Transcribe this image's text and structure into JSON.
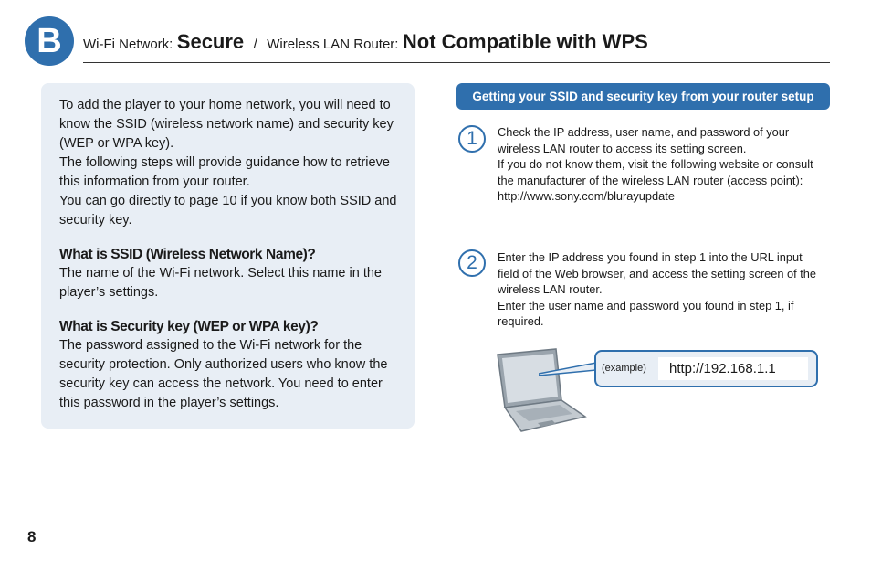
{
  "section_badge": "B",
  "header": {
    "wifi_label": "Wi-Fi Network:",
    "wifi_value": "Secure",
    "separator": "/",
    "router_label": "Wireless LAN Router:",
    "router_value": "Not Compatible with WPS"
  },
  "intro": {
    "paragraphs": [
      "To add the player to your home network, you will need to know the SSID (wireless network name) and security key (WEP or WPA key).",
      "The following steps will provide guidance how to retrieve this information from your router.",
      "You can go directly to page 10 if you know both SSID and security key."
    ],
    "ssid_heading": "What is SSID (Wireless Network Name)?",
    "ssid_body": "The name of the Wi-Fi network. Select this name in the player’s settings.",
    "key_heading": "What is Security key (WEP or WPA key)?",
    "key_body": "The password assigned to the Wi-Fi network for the security protection. Only authorized users who know the security key can access the network. You need to enter this password in the player’s settings."
  },
  "steps_banner": "Getting your SSID and security key from your router setup",
  "steps": [
    {
      "number": "1",
      "lines": [
        "Check the IP address, user name, and password of your wireless LAN router to access its setting screen.",
        "If you do not know them, visit the following website or consult the manufacturer of the wireless LAN router (access point):",
        "http://www.sony.com/blurayupdate"
      ]
    },
    {
      "number": "2",
      "lines": [
        "Enter the IP address you found in step 1 into the URL input field of the Web browser, and access the setting screen of the wireless LAN router.",
        "Enter the user name and password you found in step 1, if required."
      ]
    }
  ],
  "example": {
    "label": "(example)",
    "url": "http://192.168.1.1"
  },
  "page_number": "8",
  "colors": {
    "accent": "#2f6fad",
    "panel": "#e8eef5"
  },
  "icons": {
    "laptop": "laptop-icon"
  }
}
